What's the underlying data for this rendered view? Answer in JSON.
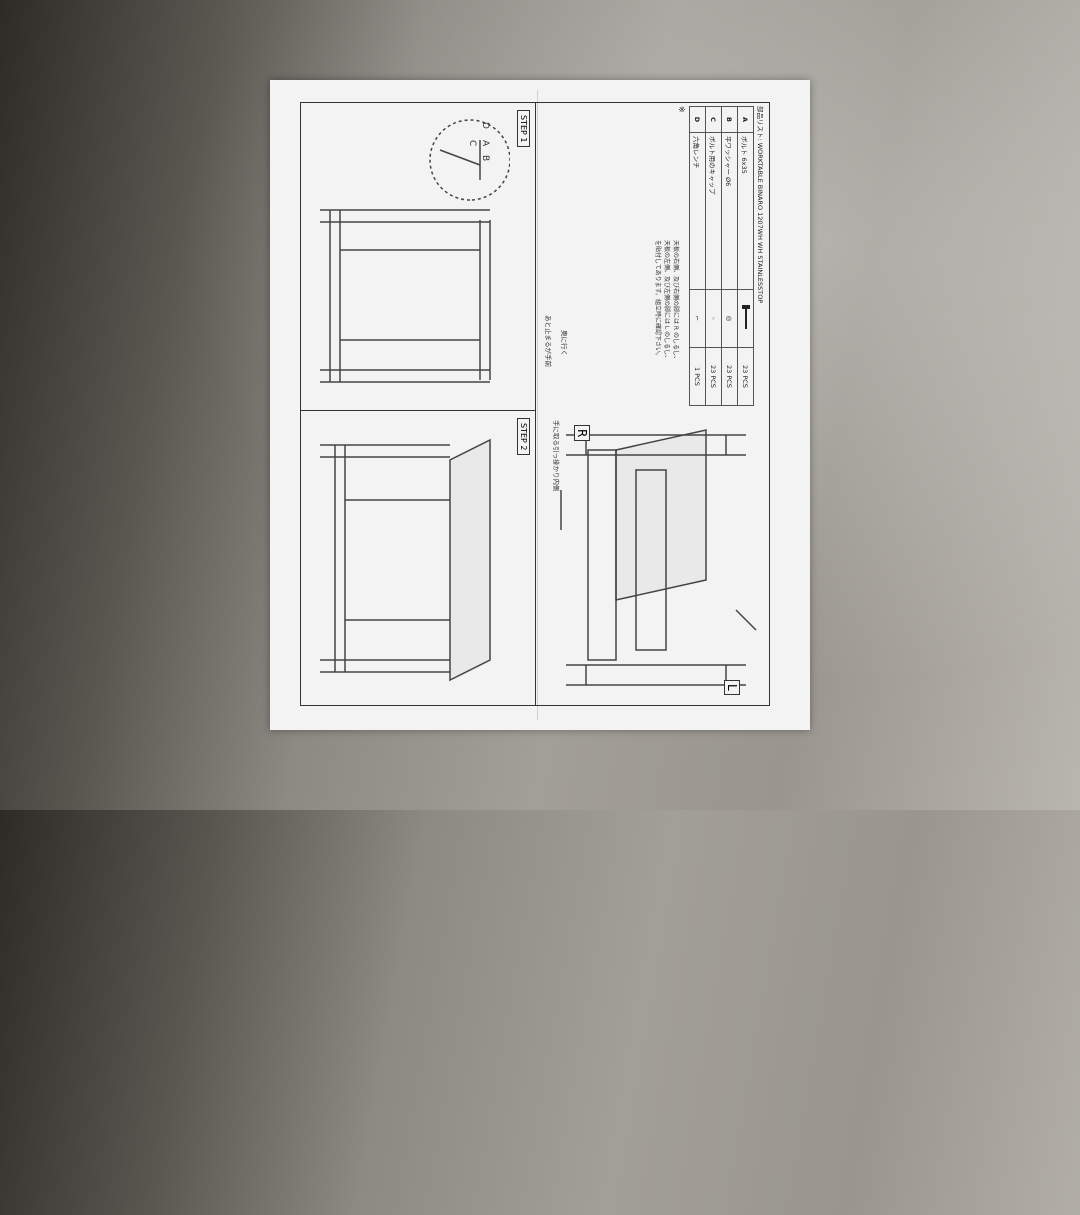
{
  "sheet": {
    "parts_title": "部品リスト: WORKTABLE BINARO 1207WH WH STAINLESSTOP",
    "parts": [
      {
        "letter": "A",
        "name": "ボルト 6x35",
        "icon": "bolt-icon",
        "qty": "23",
        "unit": "PCS"
      },
      {
        "letter": "B",
        "name": "平ワッシャー Ø6",
        "icon": "washer-icon",
        "qty": "23",
        "unit": "PCS"
      },
      {
        "letter": "C",
        "name": "ボルト用のキャップ",
        "icon": "cap-icon",
        "qty": "23",
        "unit": "PCS"
      },
      {
        "letter": "D",
        "name": "六角レンチ",
        "icon": "hex-wrench-icon",
        "qty": "1",
        "unit": "PCS"
      }
    ],
    "kome": "※",
    "note_lines": [
      "天板の右側、及び右側の脚には R のしるし、",
      "天板の左側、及び左側の脚には L のしるし、",
      "を貼付してあります。組立時に確認下さい。"
    ],
    "label_L": "L",
    "label_R": "R",
    "note_r": "手に取る引っ掛かり内側",
    "note_front1": "奥に行く",
    "note_front2": "あと止まるが手前",
    "step1": "STEP 1",
    "step2": "STEP 2",
    "detail_labels": [
      "D",
      "A",
      "B",
      "C"
    ]
  }
}
